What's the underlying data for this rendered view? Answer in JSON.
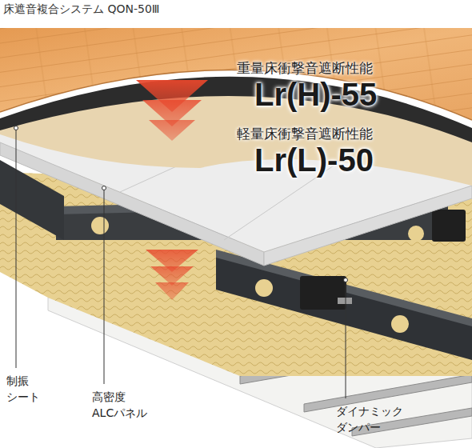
{
  "diagram": {
    "title": "床遮音複合システム QON-50Ⅲ",
    "labels": [
      "重量床衝撃音遮断性能",
      "Lr(H)-55",
      "軽量床衝撃音遮断性能",
      "Lr(L)-50",
      "制振 シート",
      "高密度 ALCパネル",
      "ダイナミック ダンパー"
    ]
  }
}
